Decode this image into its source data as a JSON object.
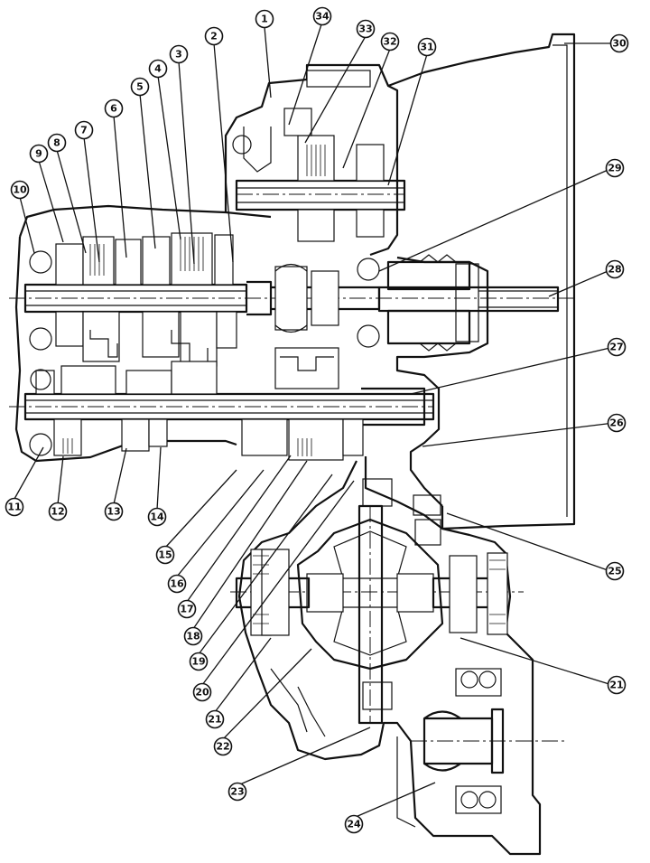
{
  "callouts": [
    {
      "label": "1"
    },
    {
      "label": "2"
    },
    {
      "label": "3"
    },
    {
      "label": "4"
    },
    {
      "label": "5"
    },
    {
      "label": "6"
    },
    {
      "label": "7"
    },
    {
      "label": "8"
    },
    {
      "label": "9"
    },
    {
      "label": "10"
    },
    {
      "label": "11"
    },
    {
      "label": "12"
    },
    {
      "label": "13"
    },
    {
      "label": "14"
    },
    {
      "label": "15"
    },
    {
      "label": "16"
    },
    {
      "label": "17"
    },
    {
      "label": "18"
    },
    {
      "label": "19"
    },
    {
      "label": "20"
    },
    {
      "label": "21"
    },
    {
      "label": "22"
    },
    {
      "label": "23"
    },
    {
      "label": "24"
    },
    {
      "label": "25"
    },
    {
      "label": "26"
    },
    {
      "label": "27"
    },
    {
      "label": "28"
    },
    {
      "label": "29"
    },
    {
      "label": "30"
    },
    {
      "label": "31"
    },
    {
      "label": "32"
    },
    {
      "label": "33"
    },
    {
      "label": "34"
    },
    {
      "label": "21"
    }
  ]
}
